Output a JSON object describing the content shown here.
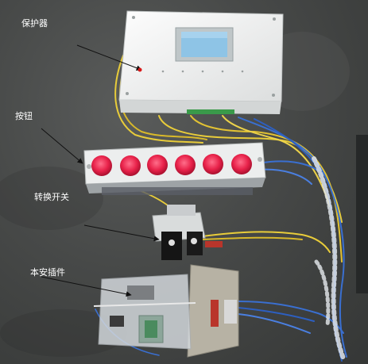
{
  "labels": {
    "protector": "保护器",
    "buttons": "按钮",
    "switch": "转换开关",
    "plugin": "本安插件"
  },
  "colors": {
    "ground": "#474948",
    "protector_body": "#f2f3f3",
    "lcd": "#8ec4e6",
    "button_red": "#e8224a",
    "wire_yellow": "#e8cc3a",
    "wire_blue": "#3a6fd0",
    "arrow": "#111111"
  },
  "icons": [
    "lcd-display-icon",
    "red-push-button-icon",
    "rotary-switch-icon",
    "terminal-board-icon"
  ]
}
